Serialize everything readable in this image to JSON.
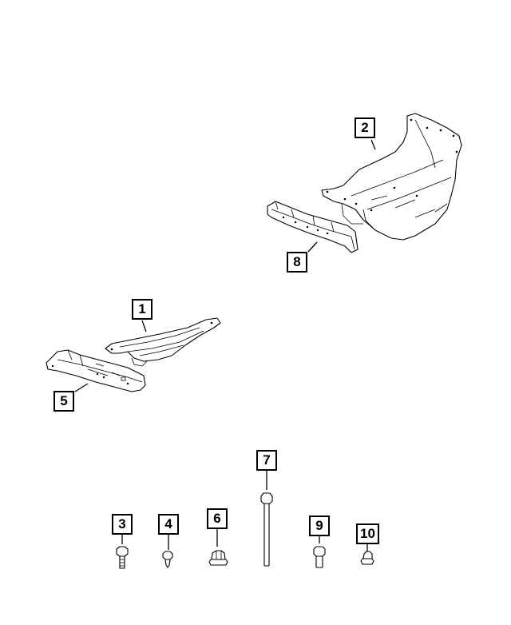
{
  "diagram": {
    "type": "exploded parts diagram",
    "background": "#ffffff",
    "line_color": "#000000",
    "callouts": [
      {
        "id": "1",
        "label": "1",
        "part": "crossmember-bracket"
      },
      {
        "id": "2",
        "label": "2",
        "part": "skid-plate"
      },
      {
        "id": "3",
        "label": "3",
        "part": "bolt"
      },
      {
        "id": "4",
        "label": "4",
        "part": "screw"
      },
      {
        "id": "5",
        "label": "5",
        "part": "crossmember"
      },
      {
        "id": "6",
        "label": "6",
        "part": "flange-nut"
      },
      {
        "id": "7",
        "label": "7",
        "part": "long-bolt"
      },
      {
        "id": "8",
        "label": "8",
        "part": "crossmember-rear"
      },
      {
        "id": "9",
        "label": "9",
        "part": "flange-bolt"
      },
      {
        "id": "10",
        "label": "10",
        "part": "small-flange-nut"
      }
    ]
  }
}
